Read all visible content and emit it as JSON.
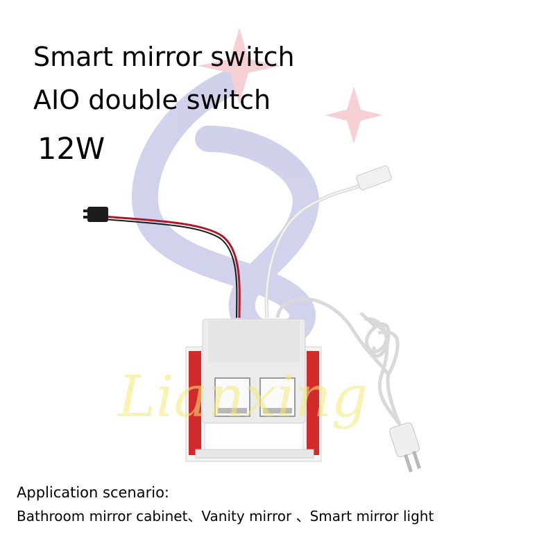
{
  "headline": {
    "line1": "Smart mirror switch",
    "line2": "AIO double switch",
    "power": "12W"
  },
  "watermark": {
    "text": "Lianxing",
    "swirl_color": "#5a5fb8",
    "star_color": "#e05a6a",
    "text_color": "#f3ea7a"
  },
  "application": {
    "label": "Application scenario:",
    "scenarios": "Bathroom mirror cabinet、Vanity mirror 、Smart mirror light"
  },
  "colors": {
    "red_wire": "#b0172a",
    "adhesive_strip": "#d02a2a",
    "white_cable": "#e8e8e8"
  }
}
